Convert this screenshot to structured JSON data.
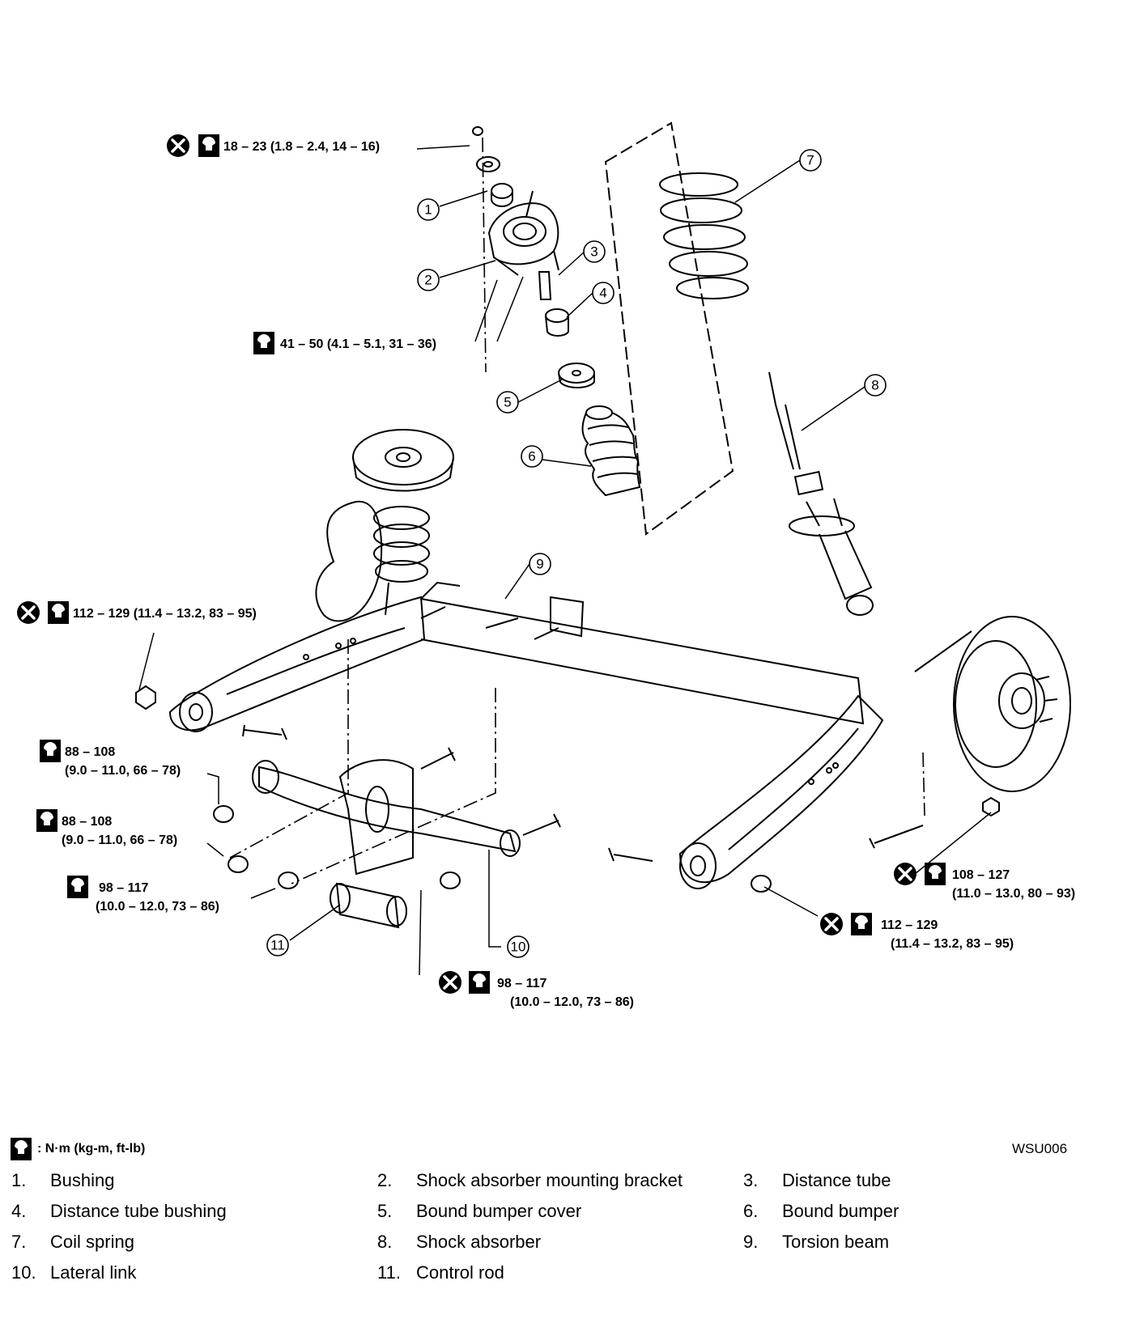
{
  "torque_specs": {
    "t1": {
      "value": "18 – 23 (1.8 – 2.4, 14 – 16)"
    },
    "t2": {
      "value": "41 – 50 (4.1 – 5.1, 31 – 36)"
    },
    "t3": {
      "value": "112 – 129 (11.4 – 13.2, 83 – 95)"
    },
    "t4": {
      "line1": "88 – 108",
      "line2": "(9.0 – 11.0, 66 – 78)"
    },
    "t5": {
      "line1": "88 – 108",
      "line2": "(9.0 – 11.0, 66 – 78)"
    },
    "t6": {
      "line1": "98 – 117",
      "line2": "(10.0 – 12.0, 73 – 86)"
    },
    "t7": {
      "line1": "98 – 117",
      "line2": "(10.0 – 12.0, 73 – 86)"
    },
    "t8": {
      "line1": "108 – 127",
      "line2": "(11.0 – 13.0, 80 – 93)"
    },
    "t9": {
      "line1": "112 – 129",
      "line2": "(11.4 – 13.2, 83 – 95)"
    }
  },
  "callouts": [
    "1",
    "2",
    "3",
    "4",
    "5",
    "6",
    "7",
    "8",
    "9",
    "10",
    "11"
  ],
  "legend": {
    "unit_text": ": N·m (kg-m, ft-lb)"
  },
  "reference_code": "WSU006",
  "parts": [
    {
      "num": "1.",
      "name": "Bushing"
    },
    {
      "num": "2.",
      "name": "Shock absorber mounting bracket"
    },
    {
      "num": "3.",
      "name": "Distance tube"
    },
    {
      "num": "4.",
      "name": "Distance tube bushing"
    },
    {
      "num": "5.",
      "name": "Bound bumper cover"
    },
    {
      "num": "6.",
      "name": "Bound bumper"
    },
    {
      "num": "7.",
      "name": "Coil spring"
    },
    {
      "num": "8.",
      "name": "Shock absorber"
    },
    {
      "num": "9.",
      "name": "Torsion beam"
    },
    {
      "num": "10.",
      "name": "Lateral link"
    },
    {
      "num": "11.",
      "name": "Control rod"
    }
  ],
  "icons": {
    "do_not_reuse": "x-circle-icon",
    "torque": "torque-wrench-icon"
  }
}
